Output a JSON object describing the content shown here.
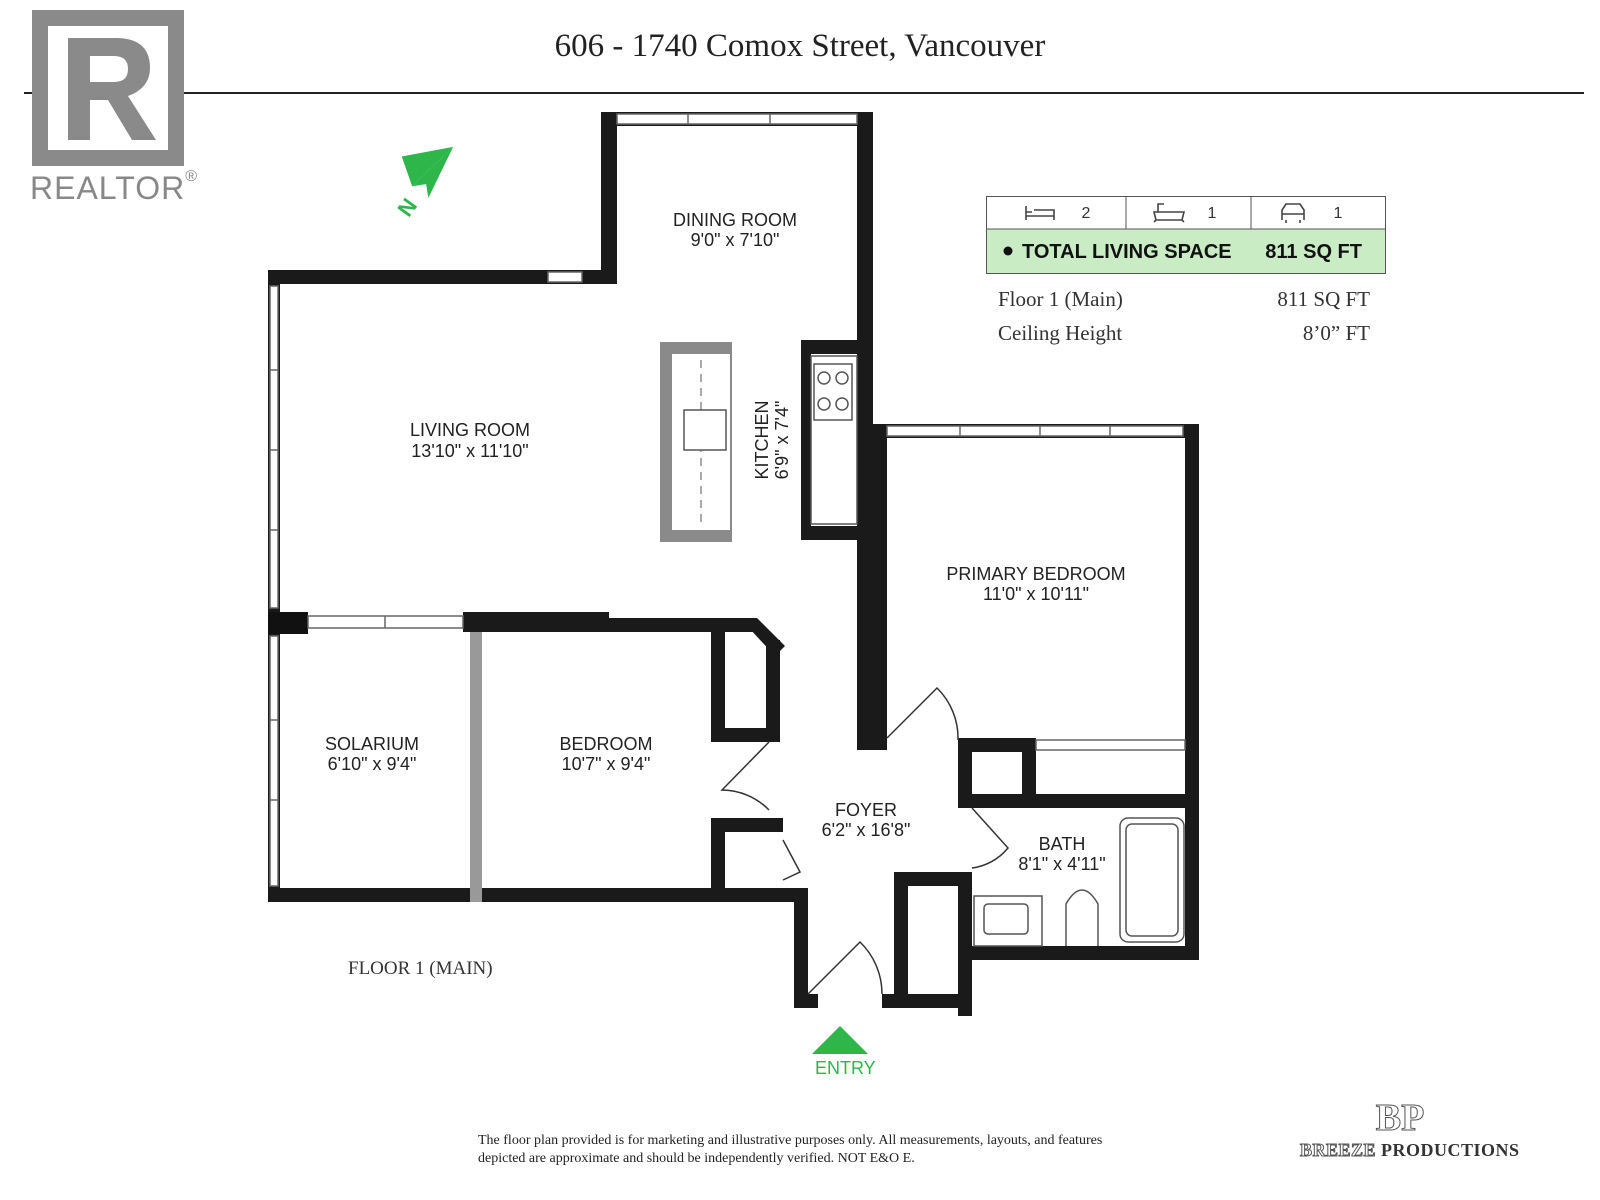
{
  "header": {
    "title": "606 - 1740 Comox Street, Vancouver"
  },
  "realtor_logo": {
    "wordmark": "REALTOR",
    "mark": "®",
    "icon": "realtor-r-icon"
  },
  "stats": {
    "beds": "2",
    "baths": "1",
    "parking": "1",
    "total_label": "TOTAL LIVING SPACE",
    "total_value": "811 SQ FT",
    "highlight_color": "#c9ecc4"
  },
  "specs": [
    {
      "label": "Floor 1 (Main)",
      "value": "811 SQ FT"
    },
    {
      "label": "Ceiling Height",
      "value": "8’0” FT"
    }
  ],
  "rooms": {
    "dining": {
      "name": "DINING ROOM",
      "dims": "9'0\" x 7'10\""
    },
    "living": {
      "name": "LIVING ROOM",
      "dims": "13'10\" x 11'10\""
    },
    "kitchen": {
      "name": "KITCHEN",
      "dims": "6'9\" x 7'4\""
    },
    "primary": {
      "name": "PRIMARY BEDROOM",
      "dims": "11'0\" x 10'11\""
    },
    "solarium": {
      "name": "SOLARIUM",
      "dims": "6'10\" x 9'4\""
    },
    "bedroom": {
      "name": "BEDROOM",
      "dims": "10'7\" x 9'4\""
    },
    "foyer": {
      "name": "FOYER",
      "dims": "6'2\" x 16'8\""
    },
    "bath": {
      "name": "BATH",
      "dims": "8'1\" x 4'11\""
    }
  },
  "compass": {
    "letter": "N",
    "color": "#2eb64a"
  },
  "floor_label": "FLOOR 1 (MAIN)",
  "entry": {
    "label": "ENTRY",
    "color": "#2eb64a"
  },
  "disclaimer": {
    "line1": "The floor plan provided is for marketing and illustrative purposes only. All measurements, layouts, and features",
    "line2": "depicted are approximate and should be independently verified. NOT E&O E."
  },
  "brand": {
    "monogram": "BP",
    "word1": "BREEZE",
    "word2": "PRODUCTIONS"
  }
}
